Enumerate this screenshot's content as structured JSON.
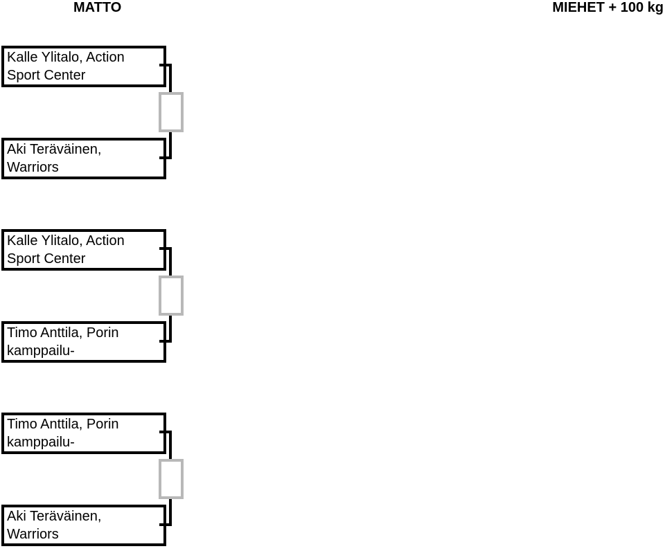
{
  "header": {
    "mat_label": "MATTO",
    "category_label": "MIEHET + 100 kg"
  },
  "matches": [
    {
      "top": {
        "line1": "Kalle Ylitalo, Action",
        "line2": "Sport Center"
      },
      "bottom": {
        "line1": "Aki Teräväinen,",
        "line2": "Warriors"
      }
    },
    {
      "top": {
        "line1": "Kalle Ylitalo, Action",
        "line2": "Sport Center"
      },
      "bottom": {
        "line1": "Timo Anttila, Porin",
        "line2": "kamppailu-"
      }
    },
    {
      "top": {
        "line1": "Timo Anttila, Porin",
        "line2": "kamppailu-"
      },
      "bottom": {
        "line1": "Aki Teräväinen,",
        "line2": "Warriors"
      }
    }
  ],
  "colors": {
    "border": "#000000",
    "result_box_border": "#b8b8b8"
  }
}
